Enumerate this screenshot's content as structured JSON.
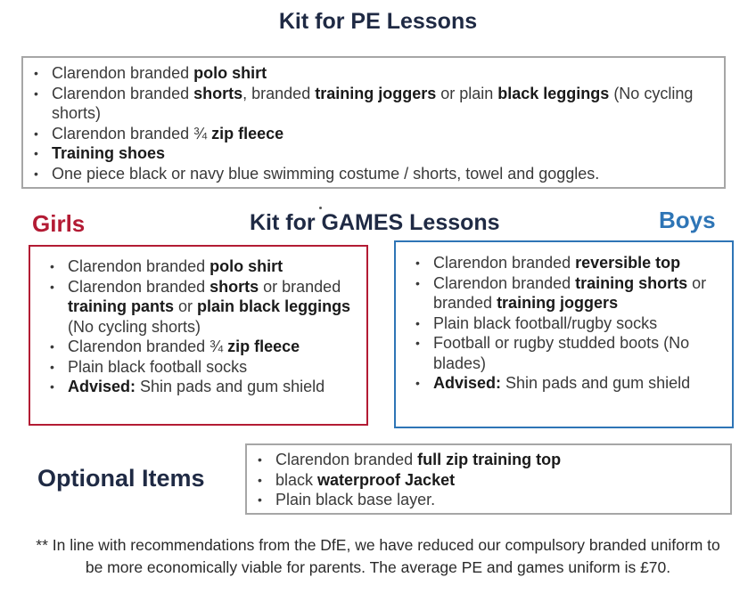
{
  "pe": {
    "title": "Kit for PE Lessons",
    "items": [
      {
        "pre": "Clarendon branded ",
        "b1": "polo shirt",
        "mid": "",
        "b2": "",
        "mid2": "",
        "b3": "",
        "post": ""
      },
      {
        "pre": "Clarendon branded ",
        "b1": "shorts",
        "mid": ", branded ",
        "b2": "training joggers",
        "mid2": " or plain ",
        "b3": "black leggings",
        "post": " (No cycling shorts)"
      },
      {
        "pre": "Clarendon branded ¾ ",
        "b1": "zip fleece",
        "mid": "",
        "b2": "",
        "mid2": "",
        "b3": "",
        "post": ""
      },
      {
        "pre": "",
        "b1": "Training shoes",
        "mid": "",
        "b2": "",
        "mid2": "",
        "b3": "",
        "post": ""
      },
      {
        "pre": "One piece black or navy blue swimming costume / shorts, towel and goggles.",
        "b1": "",
        "mid": "",
        "b2": "",
        "mid2": "",
        "b3": "",
        "post": ""
      }
    ]
  },
  "games": {
    "title": "Kit for GAMES Lessons",
    "girls_label": "Girls",
    "boys_label": "Boys",
    "girls_items": [
      {
        "pre": "Clarendon branded  ",
        "b1": "polo shirt",
        "mid": "",
        "b2": "",
        "mid2": "",
        "b3": "",
        "post": ""
      },
      {
        "pre": "Clarendon branded ",
        "b1": "shorts",
        "mid": " or branded ",
        "b2": "training pants",
        "mid2": " or ",
        "b3": "plain black leggings",
        "post": " (No cycling shorts)"
      },
      {
        "pre": "Clarendon branded  ¾ ",
        "b1": "zip fleece",
        "mid": "",
        "b2": "",
        "mid2": "",
        "b3": "",
        "post": ""
      },
      {
        "pre": "Plain black football socks",
        "b1": "",
        "mid": "",
        "b2": "",
        "mid2": "",
        "b3": "",
        "post": ""
      },
      {
        "pre": "",
        "b1": "Advised:",
        "mid": " Shin pads and gum shield",
        "b2": "",
        "mid2": "",
        "b3": "",
        "post": ""
      }
    ],
    "boys_items": [
      {
        "pre": "Clarendon branded ",
        "b1": "reversible top",
        "mid": "",
        "b2": "",
        "mid2": "",
        "b3": "",
        "post": ""
      },
      {
        "pre": "Clarendon branded  ",
        "b1": "training shorts",
        "mid": " or branded ",
        "b2": "training joggers",
        "mid2": "",
        "b3": "",
        "post": ""
      },
      {
        "pre": "Plain black football/rugby socks",
        "b1": "",
        "mid": "",
        "b2": "",
        "mid2": "",
        "b3": "",
        "post": ""
      },
      {
        "pre": "Football or rugby studded boots (No blades)",
        "b1": "",
        "mid": "",
        "b2": "",
        "mid2": "",
        "b3": "",
        "post": ""
      },
      {
        "pre": "",
        "b1": "Advised:",
        "mid": " Shin pads and gum shield",
        "b2": "",
        "mid2": "",
        "b3": "",
        "post": ""
      }
    ]
  },
  "optional": {
    "title": "Optional Items",
    "items": [
      {
        "pre": "Clarendon branded ",
        "b1": "full zip training top",
        "mid": "",
        "b2": "",
        "mid2": "",
        "b3": "",
        "post": ""
      },
      {
        "pre": "black ",
        "b1": "waterproof Jacket",
        "mid": "",
        "b2": "",
        "mid2": "",
        "b3": "",
        "post": ""
      },
      {
        "pre": "Plain black base layer.",
        "b1": "",
        "mid": "",
        "b2": "",
        "mid2": "",
        "b3": "",
        "post": ""
      }
    ]
  },
  "footnote": "** In line with recommendations from the DfE, we have reduced our compulsory branded uniform to be more economically viable for parents. The average PE and games uniform is £70.",
  "colors": {
    "heading": "#1f2a44",
    "girls": "#b31b34",
    "boys": "#2e75b6",
    "box_border": "#a6a6a6"
  }
}
